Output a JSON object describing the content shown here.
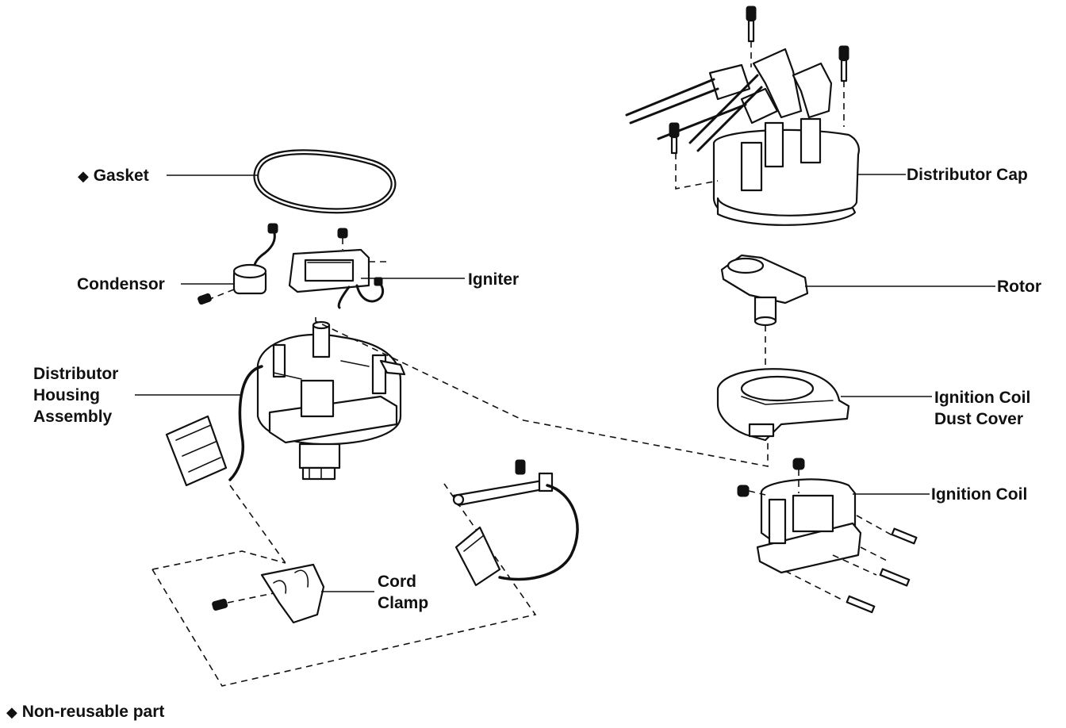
{
  "labels": {
    "gasket": "Gasket",
    "condensor": "Condensor",
    "igniter": "Igniter",
    "distributor_housing_1": "Distributor",
    "distributor_housing_2": "Housing",
    "distributor_housing_3": "Assembly",
    "cord_clamp_1": "Cord",
    "cord_clamp_2": "Clamp",
    "distributor_cap": "Distributor Cap",
    "rotor": "Rotor",
    "coil_dust_cover_1": "Ignition Coil",
    "coil_dust_cover_2": "Dust Cover",
    "ignition_coil": "Ignition Coil",
    "legend": "Non-reusable part"
  },
  "symbols": {
    "non_reusable": "◆"
  },
  "colors": {
    "ink": "#111111",
    "paper": "#ffffff"
  }
}
